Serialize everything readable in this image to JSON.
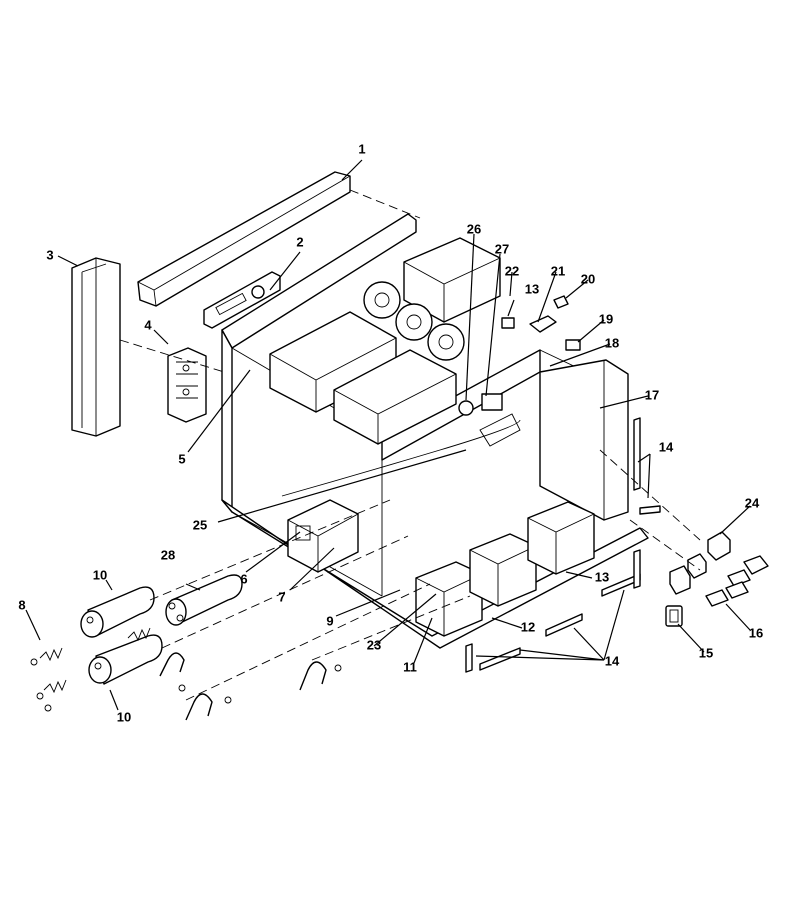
{
  "callouts": [
    {
      "id": "c1",
      "label": "1"
    },
    {
      "id": "c2",
      "label": "2"
    },
    {
      "id": "c3",
      "label": "3"
    },
    {
      "id": "c4",
      "label": "4"
    },
    {
      "id": "c5",
      "label": "5"
    },
    {
      "id": "c6",
      "label": "6"
    },
    {
      "id": "c7",
      "label": "7"
    },
    {
      "id": "c8",
      "label": "8"
    },
    {
      "id": "c9",
      "label": "9"
    },
    {
      "id": "c10a",
      "label": "10"
    },
    {
      "id": "c10b",
      "label": "10"
    },
    {
      "id": "c11",
      "label": "11"
    },
    {
      "id": "c12",
      "label": "12"
    },
    {
      "id": "c13a",
      "label": "13"
    },
    {
      "id": "c13b",
      "label": "13"
    },
    {
      "id": "c14a",
      "label": "14"
    },
    {
      "id": "c14b",
      "label": "14"
    },
    {
      "id": "c15",
      "label": "15"
    },
    {
      "id": "c16",
      "label": "16"
    },
    {
      "id": "c17",
      "label": "17"
    },
    {
      "id": "c18",
      "label": "18"
    },
    {
      "id": "c19",
      "label": "19"
    },
    {
      "id": "c20",
      "label": "20"
    },
    {
      "id": "c21",
      "label": "21"
    },
    {
      "id": "c22",
      "label": "22"
    },
    {
      "id": "c23",
      "label": "23"
    },
    {
      "id": "c24",
      "label": "24"
    },
    {
      "id": "c25",
      "label": "25"
    },
    {
      "id": "c26",
      "label": "26"
    },
    {
      "id": "c27",
      "label": "27"
    },
    {
      "id": "c28",
      "label": "28"
    }
  ]
}
